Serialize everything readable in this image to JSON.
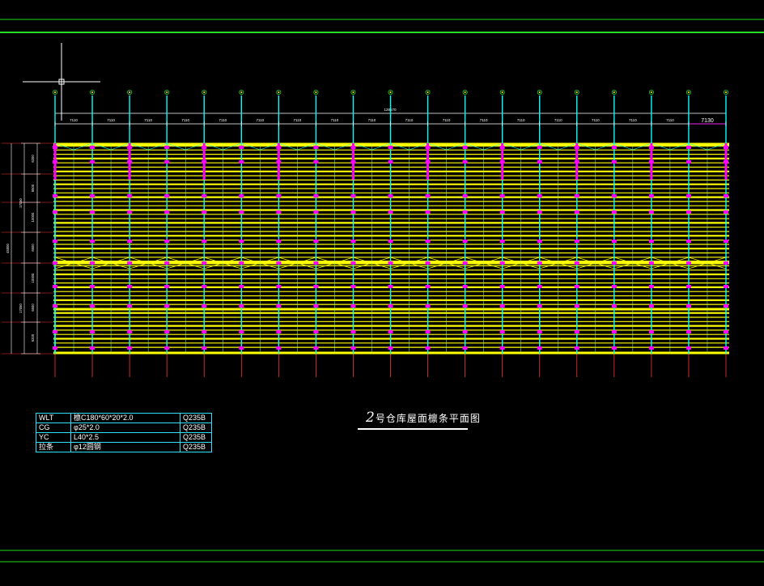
{
  "drawing": {
    "title_number": "2",
    "title_text": "号仓库屋面檩条平面图",
    "total_dimension": "128570",
    "last_bay_dimension": "7130",
    "bay_dimension": "7110",
    "grid_count": 19,
    "row_dimensions": [
      "6200",
      "6500",
      "10000",
      "6500",
      "10000",
      "6500",
      "6200"
    ],
    "half_dimensions": [
      "17050",
      "17050"
    ],
    "overall_height": "45000",
    "colors": {
      "background": "#000000",
      "frame_line": "#22dd22",
      "purlin": "#ffff00",
      "grid_line": "#00ffff",
      "column": "#ff00ff",
      "axis_line": "#ff3333",
      "dimension": "#ffffff"
    }
  },
  "legend": [
    {
      "code": "WLT",
      "spec": "檩C180*60*20*2.0",
      "grade": "Q235B"
    },
    {
      "code": "CG",
      "spec": "φ25*2.0",
      "grade": "Q235B"
    },
    {
      "code": "YC",
      "spec": "L40*2.5",
      "grade": "Q235B"
    },
    {
      "code": "拉条",
      "spec": "φ12圆钢",
      "grade": "Q235B"
    }
  ]
}
